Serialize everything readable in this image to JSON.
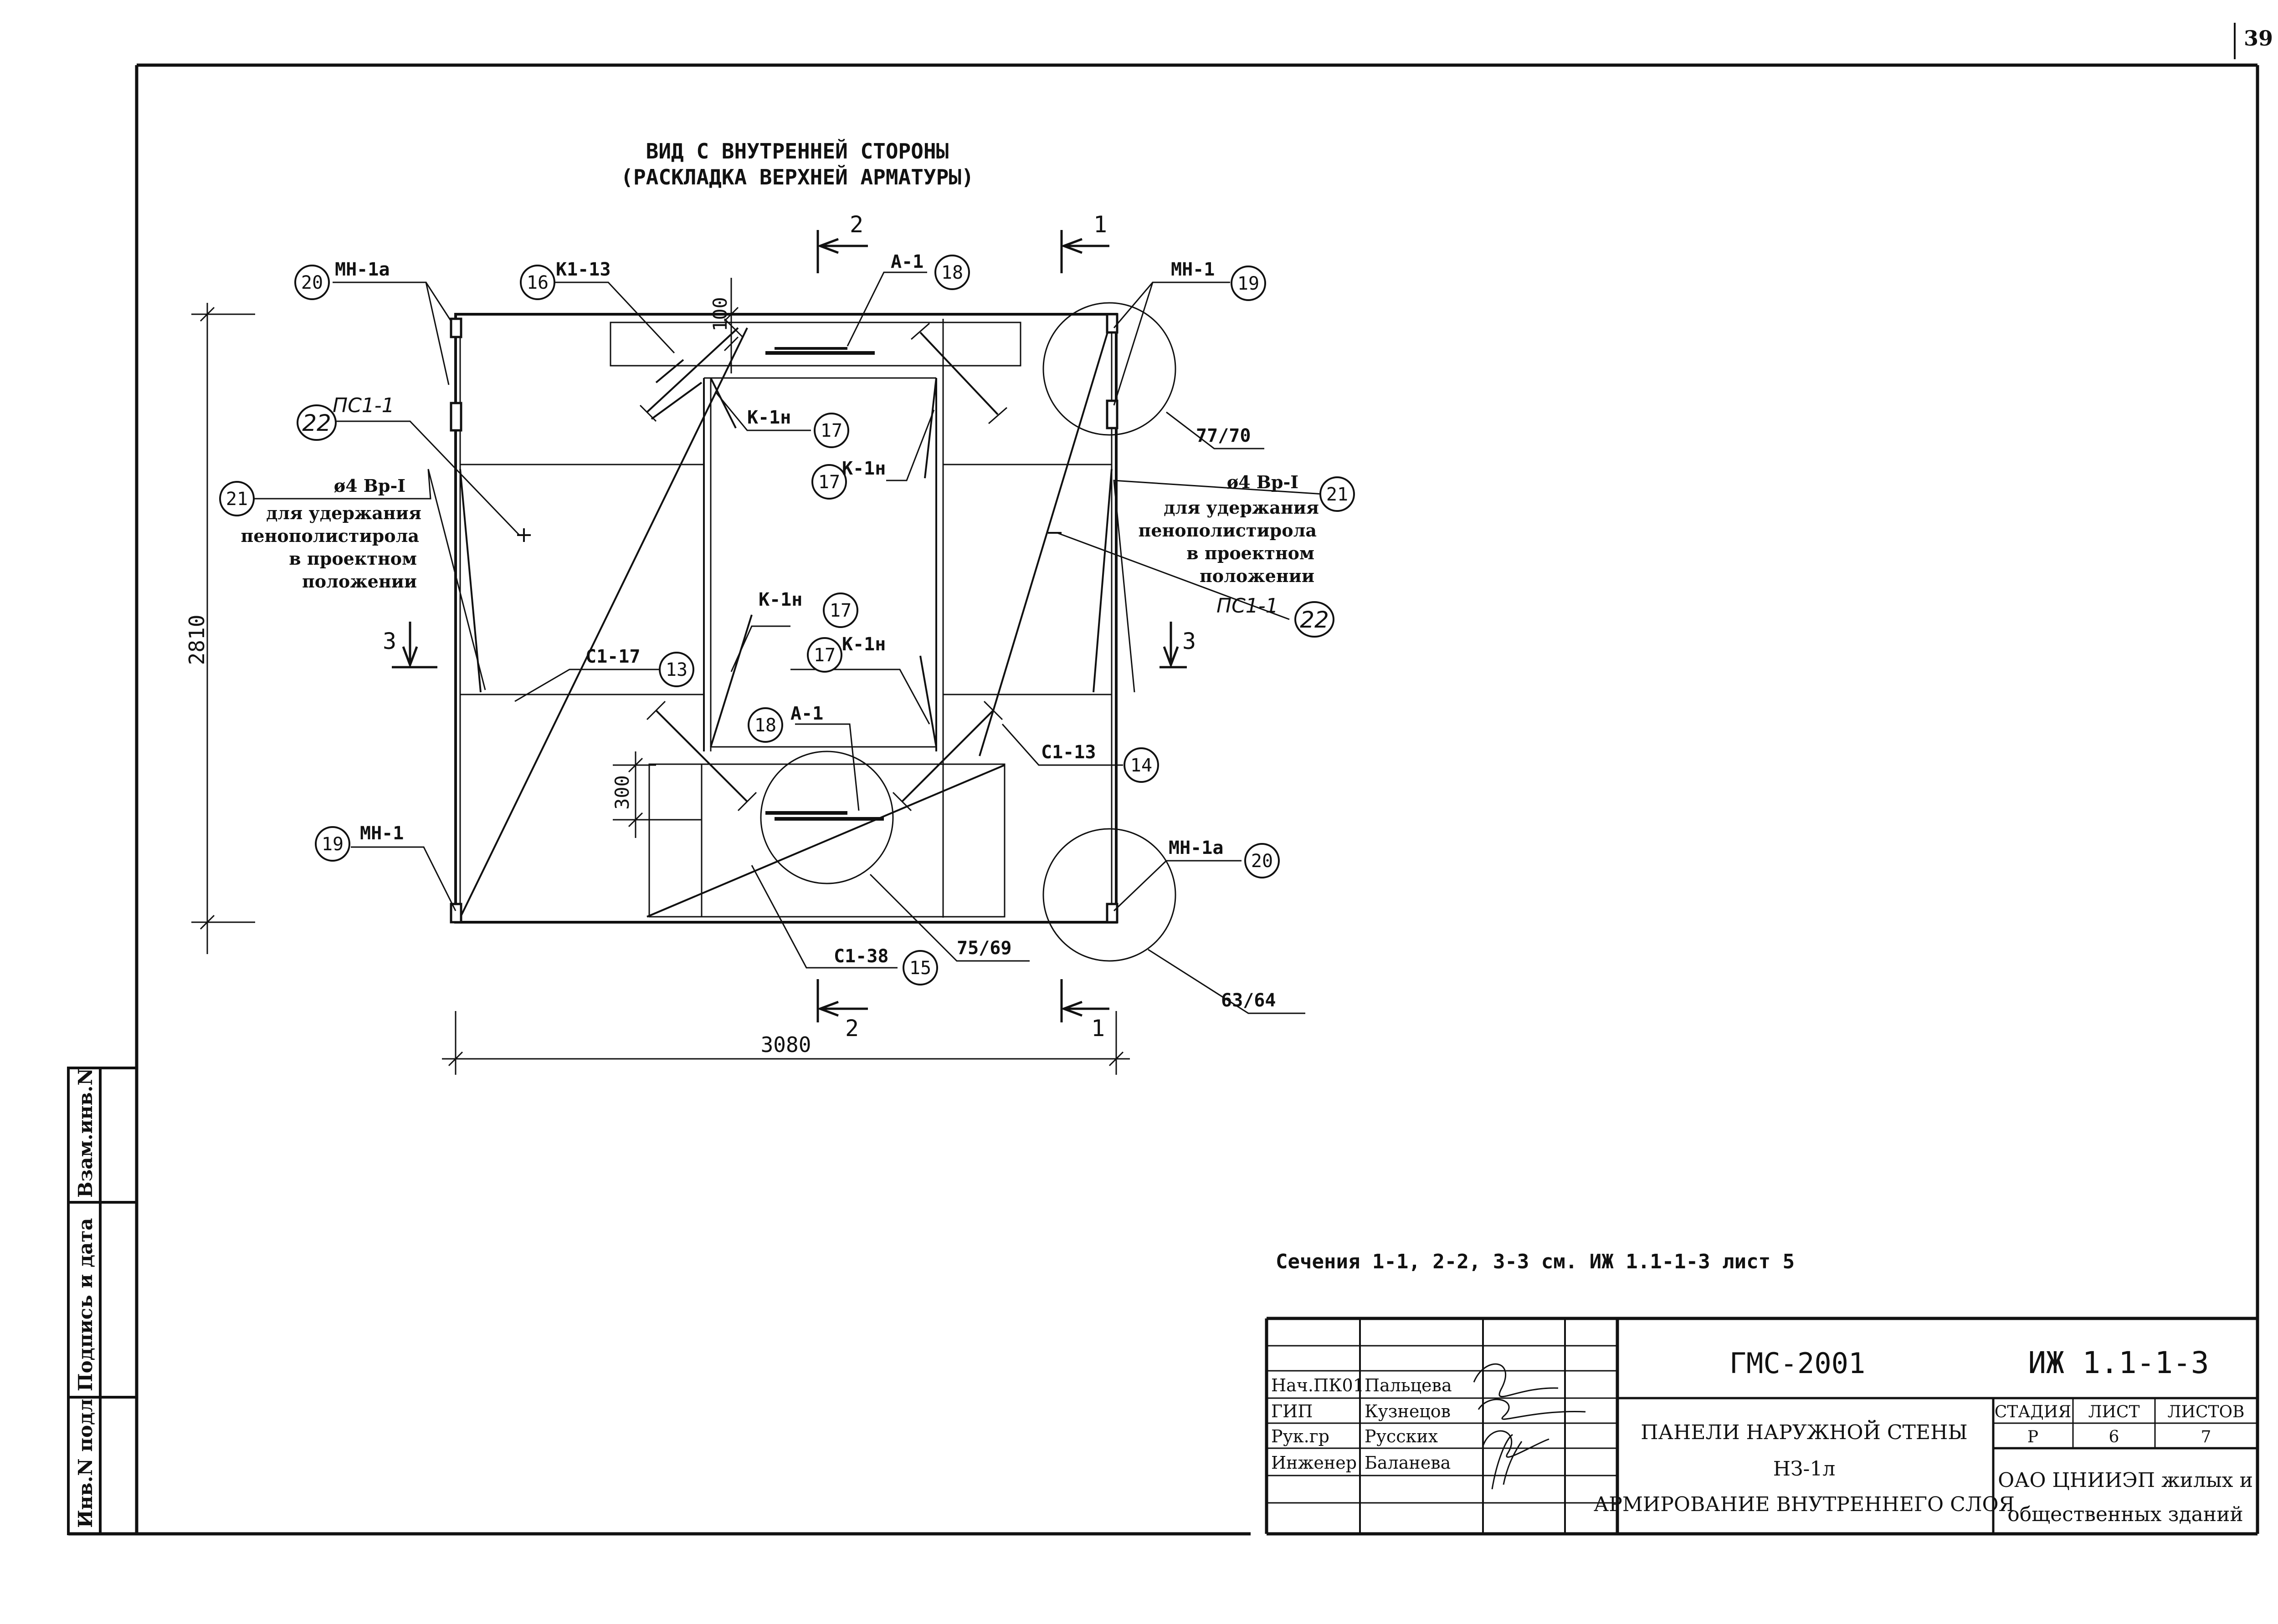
{
  "sheet": {
    "page_number": "39",
    "title_line1": "ВИД С ВНУТРЕННЕЙ СТОРОНЫ",
    "title_line2": "(РАСКЛАДКА ВЕРХНЕЙ АРМАТУРЫ)",
    "note": "Сечения 1-1, 2-2, 3-3 см. ИЖ 1.1-1-3 лист 5"
  },
  "dimensions": {
    "height": "2810",
    "width": "3080",
    "d100": "100",
    "d300": "300"
  },
  "section_marks": {
    "s1": "1",
    "s2": "2",
    "s3": "3"
  },
  "callouts": {
    "n13": "13",
    "n14": "14",
    "n15": "15",
    "n16": "16",
    "n17": "17",
    "n18": "18",
    "n19": "19",
    "n20": "20",
    "n21": "21",
    "n22": "22",
    "mn1a": "МН-1а",
    "mn1": "МН-1",
    "k113": "К1-13",
    "a1": "А-1",
    "k1n": "К-1н",
    "ps11": "ПС1-1",
    "c117": "С1-17",
    "c113": "С1-13",
    "c138": "С1-38",
    "bar": "ø4 Вр-I",
    "bar_note_1": "для удержания",
    "bar_note_2": "пенополистирола",
    "bar_note_3": "в проектном",
    "bar_note_4": "положении",
    "frac_77_70": "77/70",
    "frac_75_69": "75/69",
    "frac_63_64": "63/64"
  },
  "side_stamp": {
    "inv_podl": "Инв.N подл",
    "podpis_data": "Подпись и дата",
    "vzam_inv": "Взам.инв.N"
  },
  "title_block": {
    "code": "ГМС-2001",
    "doc": "ИЖ 1.1-1-3",
    "staff": [
      {
        "role": "Нач.ПК01",
        "name": "Пальцева"
      },
      {
        "role": "ГИП",
        "name": "Кузнецов"
      },
      {
        "role": "Рук.гр",
        "name": "Русских"
      },
      {
        "role": "Инженер",
        "name": "Баланева"
      }
    ],
    "desc_line1": "ПАНЕЛИ НАРУЖНОЙ СТЕНЫ",
    "desc_line2": "НЗ-1л",
    "desc_line3": "АРМИРОВАНИЕ ВНУТРЕННЕГО СЛОЯ",
    "stage_label": "СТАДИЯ",
    "sheet_label": "ЛИСТ",
    "sheets_label": "ЛИСТОВ",
    "stage": "Р",
    "sheet": "6",
    "sheets": "7",
    "org_line1": "ОАО ЦНИИЭП жилых и",
    "org_line2": "общественных зданий"
  }
}
